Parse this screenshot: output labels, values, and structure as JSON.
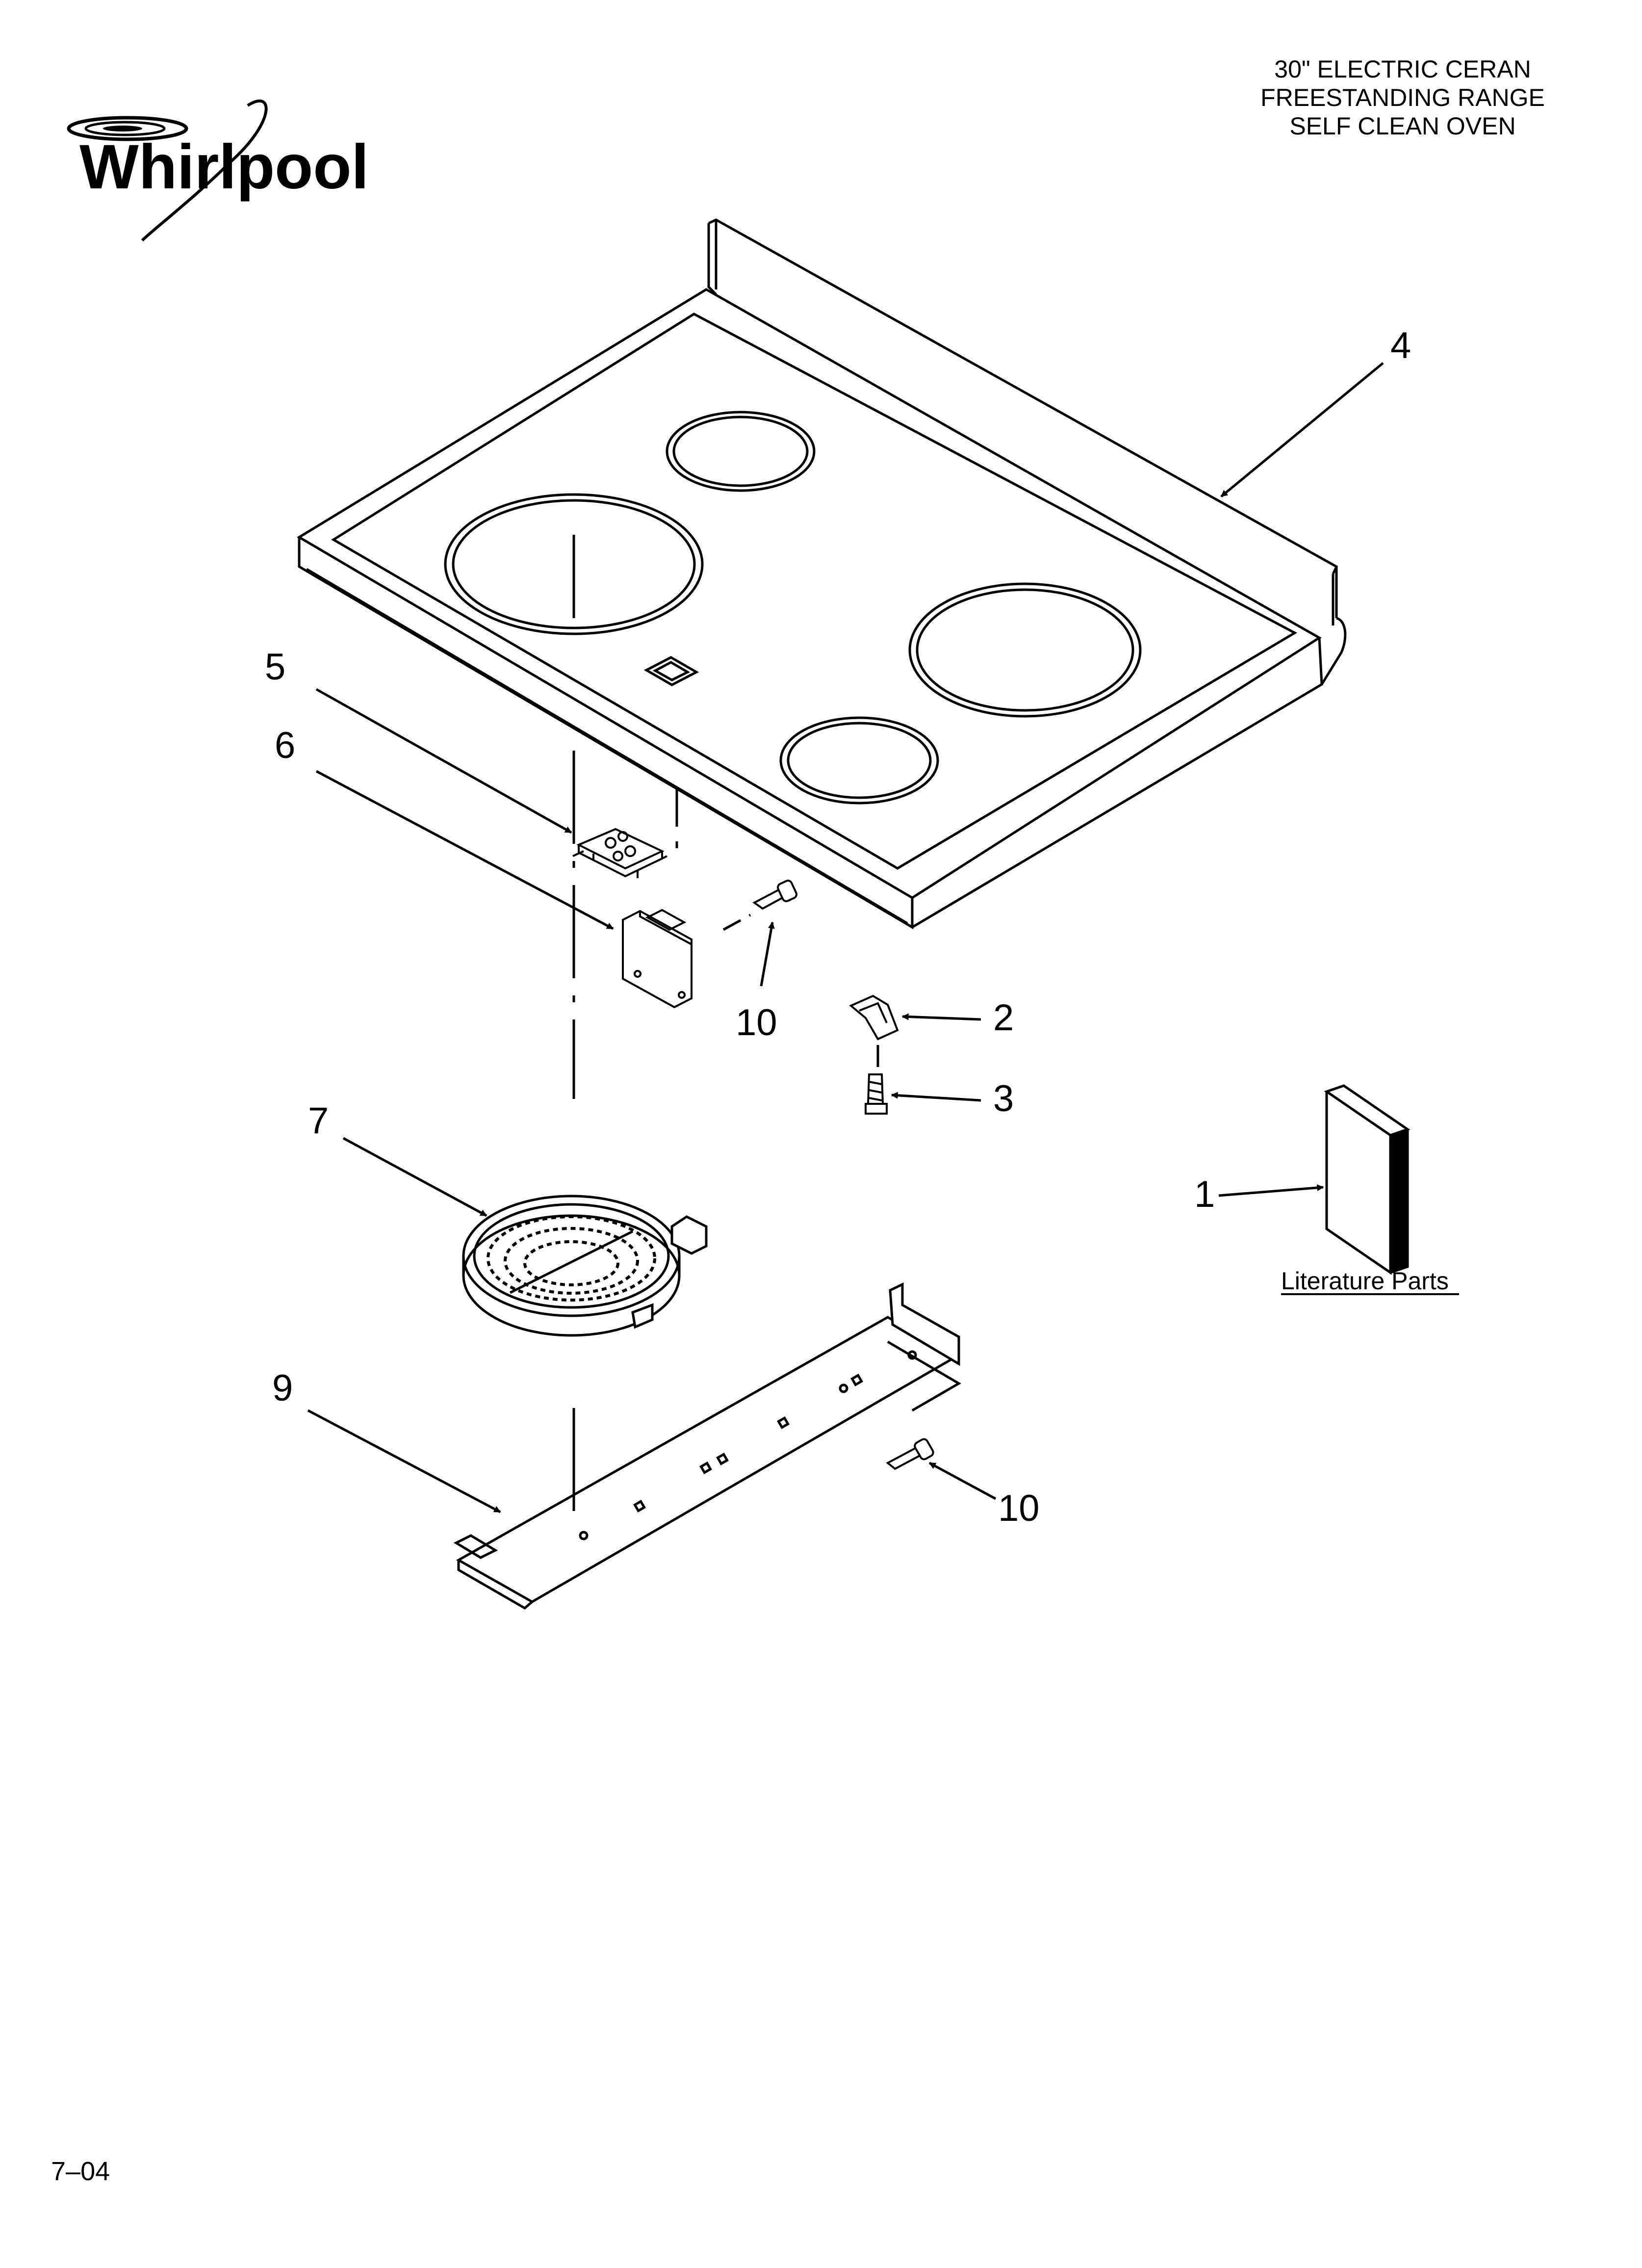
{
  "brand": {
    "logo_text": "Whirlpool"
  },
  "header": {
    "title_lines": [
      "30\" ELECTRIC CERAN",
      "FREESTANDING RANGE",
      "SELF CLEAN OVEN"
    ]
  },
  "callouts": {
    "item_1": "1",
    "item_2": "2",
    "item_3": "3",
    "item_4": "4",
    "item_5": "5",
    "item_6": "6",
    "item_7": "7",
    "item_9": "9",
    "item_10_upper": "10",
    "item_10_lower": "10"
  },
  "literature": {
    "label": "Literature Parts"
  },
  "footer": {
    "date_code": "7–04"
  }
}
